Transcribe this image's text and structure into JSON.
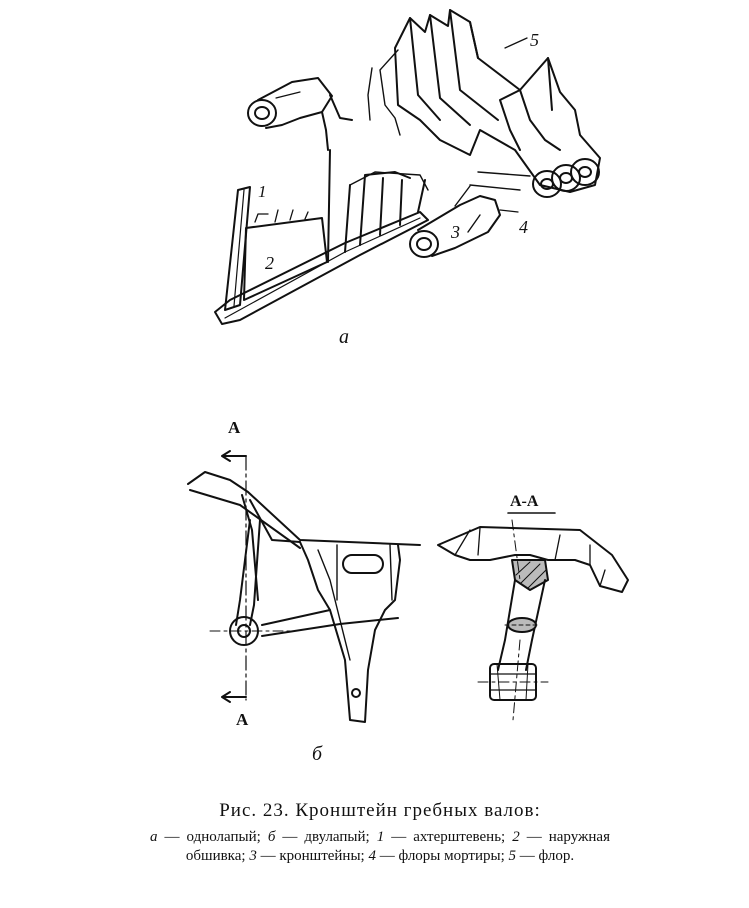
{
  "figure": {
    "labels_a": {
      "n1": "1",
      "n2": "2",
      "n3": "3",
      "n4": "4",
      "n5": "5",
      "sub": "а"
    },
    "labels_b": {
      "sub": "б",
      "arrow_top": "А",
      "arrow_bottom": "А",
      "section": "А-А"
    }
  },
  "caption": {
    "title": "Рис. 23. Кронштейн гребных валов:",
    "parts": [
      {
        "key": "а",
        "text": " — однолапый; "
      },
      {
        "key": "б",
        "text": " — двулапый; "
      },
      {
        "key": "1",
        "text": " — ахтерштевень; "
      },
      {
        "key": "2",
        "text": " — наружная обшивка; "
      },
      {
        "key": "3",
        "text": " — кронштейны; "
      },
      {
        "key": "4",
        "text": " — флоры мортиры; "
      },
      {
        "key": "5",
        "text": " — флор."
      }
    ]
  }
}
